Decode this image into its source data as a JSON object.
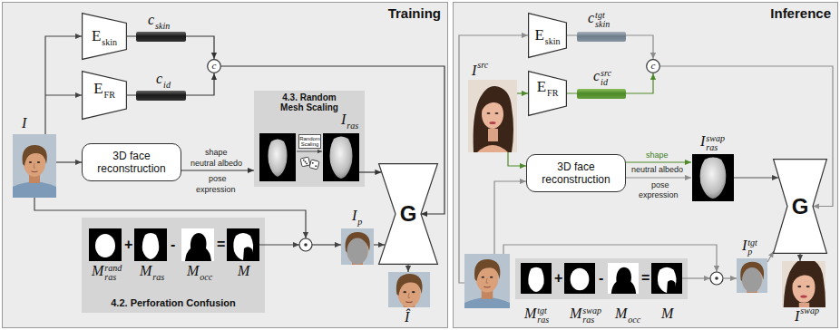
{
  "diagram": {
    "nodes": [
      {
        "text": [
          "Training"
        ]
      },
      {
        "text": [
          "E",
          "skin"
        ],
        "in": 0
      },
      {
        "text": [
          "E",
          "FR"
        ],
        "in": 0
      },
      {
        "text": [
          "c"
        ],
        "in": 0
      },
      {
        "text": [
          "3D face reconstruction"
        ],
        "in": 0
      },
      {
        "text": [
          "4.3. Random Mesh Scaling"
        ],
        "in": 0
      },
      {
        "text": [
          "Random Scaling"
        ],
        "in": 5
      },
      {
        "text": [
          "4.2. Perforation Confusion"
        ],
        "in": 0
      },
      {
        "text": [
          "G"
        ],
        "in": 0
      },
      {
        "text": [
          "Inference"
        ]
      },
      {
        "text": [
          "E",
          "skin"
        ],
        "in": 9
      },
      {
        "text": [
          "E",
          "FR"
        ],
        "in": 9
      },
      {
        "text": [
          "c"
        ],
        "in": 9
      },
      {
        "text": [
          "3D face reconstruction"
        ],
        "in": 9
      },
      {
        "text": [
          "G"
        ],
        "in": 9
      }
    ],
    "edges": [
      {
        "from": 1,
        "to": 3,
        "arrow": "to"
      },
      {
        "from": 2,
        "to": 3,
        "arrow": "to"
      },
      {
        "from": 3,
        "to": 8,
        "arrow": "to"
      },
      {
        "from": 4,
        "to": 5,
        "arrow": "to"
      },
      {
        "from": 5,
        "to": 8,
        "arrow": "to"
      },
      {
        "from": 10,
        "to": 12,
        "arrow": "to"
      },
      {
        "from": 11,
        "to": 12,
        "arrow": "to"
      },
      {
        "from": 12,
        "to": 14,
        "arrow": "to"
      }
    ],
    "labels": [
      "c",
      "skin",
      "c",
      "id",
      "I",
      "shape",
      "neutral albedo",
      "pose",
      "expression",
      "I",
      "ras",
      "M",
      "ras",
      "rand",
      "+",
      "M",
      "ras",
      "-",
      "M",
      "occ",
      "=",
      "M",
      "I",
      "p",
      "Î",
      "I",
      "src",
      "c",
      "skin",
      "tgt",
      "c",
      "id",
      "src",
      "shape",
      "neutral albedo",
      "pose",
      "expression",
      "I",
      "ras",
      "swap",
      "M",
      "ras",
      "tgt",
      "+",
      "M",
      "ras",
      "swap",
      "-",
      "M",
      "occ",
      "=",
      "M",
      "I",
      "p",
      "tgt",
      "I",
      "swap"
    ]
  }
}
